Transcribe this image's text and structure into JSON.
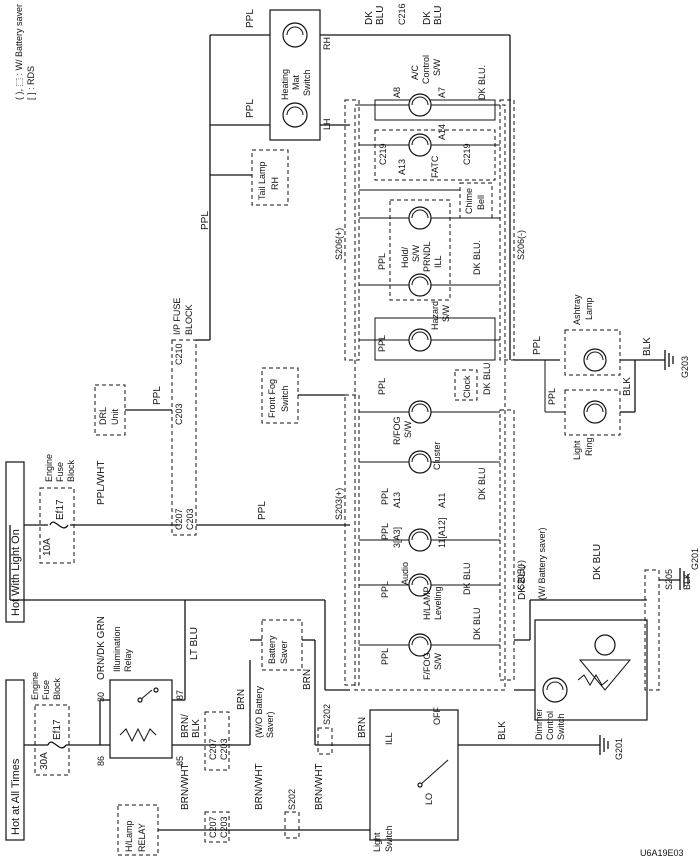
{
  "diagram_id": "U6A19E03",
  "legend": {
    "battery_saver": "( ), ⬚ : W/ Battery saver",
    "rds": "[ ] : RDS"
  },
  "power": {
    "hot_at_all_times": "Hot at All Times",
    "hot_with_light_on": "Hot With Light On"
  },
  "fuses": {
    "ef17_a": "Ef17",
    "ef17_a_rating": "30A",
    "ef17_b": "Ef17",
    "ef17_b_rating": "10A",
    "block_name_line1": "Engine",
    "block_name_line2": "Fuse",
    "block_name_line3": "Block"
  },
  "components": {
    "illumination_relay": [
      "Illumination",
      "Relay"
    ],
    "hlamp_relay": [
      "H/Lamp",
      "RELAY"
    ],
    "light_switch": [
      "Light",
      "Switch"
    ],
    "battery_saver": [
      "Battery",
      "Saver"
    ],
    "drl_unit": [
      "DRL",
      "Unit"
    ],
    "ip_fuse_block": [
      "I/P FUSE",
      "BLOCK"
    ],
    "tail_lamp_rh": [
      "Tail Lamp",
      "RH"
    ],
    "front_fog_switch": [
      "Front Fog",
      "Switch"
    ],
    "heating_mat_switch": [
      "Heating",
      "Mat",
      "Switch"
    ],
    "ac_control": [
      "A/C",
      "Control",
      "S/W"
    ],
    "fatc": "FATC",
    "chime_bell": [
      "Chime",
      "Bell"
    ],
    "hold_sw": [
      "Hold/",
      "S/W"
    ],
    "prndl": [
      "PRNDL",
      "ILL"
    ],
    "hazard_sw": [
      "Hazard",
      "S/W"
    ],
    "clock": "Clock",
    "rfog_sw": [
      "R/FOG",
      "S/W"
    ],
    "cluster": "Cluster",
    "audio": "Audio",
    "hlamp_leveling": [
      "H/LAMP",
      "Leveling"
    ],
    "ffog_sw": [
      "F/FOG",
      "S/W"
    ],
    "dimmer_control_switch": [
      "Dimmer",
      "Control",
      "Switch"
    ],
    "ashtray_lamp": [
      "Ashtray",
      "Lamp"
    ],
    "light_ring": [
      "Light",
      "Ring"
    ]
  },
  "connectors": {
    "c207": "C207",
    "c203": "C203",
    "c210": "C210",
    "c216": "C216",
    "c219": "C219",
    "s202": "S202",
    "s203": "S203(+)",
    "s205": "S205(-)",
    "s206p": "S206(+)",
    "s206m": "S206(-)",
    "s205b": "S205",
    "g201": "G201",
    "g203": "G203",
    "a8": "A8",
    "a7": "A7",
    "a14": "A14",
    "a13": "A13",
    "a11": "A11",
    "a3": "3[A3]",
    "a12": "11[A12]"
  },
  "wire_colors": {
    "ppl": "PPL",
    "dkblu": "DK BLU",
    "dkblu2": "DK BLU.",
    "dkblu_c": "DK",
    "dkblu_d": "BLU",
    "ltblu": "LT BLU",
    "brn": "BRN",
    "brnblk": [
      "BRN/",
      "BLK"
    ],
    "brnwht": "BRN/WHT",
    "orndkgrn": "ORN/DK GRN",
    "pplwht": "PPL/WHT",
    "blk": "BLK"
  },
  "switch_positions": {
    "ill": "ILL",
    "off": "OFF",
    "lo": "LO"
  },
  "notes": {
    "wo_battery_saver": [
      "(W/O Battery",
      "Saver)"
    ],
    "w_battery_saver": "(W/ Battery saver)"
  },
  "side_labels": {
    "rh": "RH",
    "lh": "LH"
  }
}
